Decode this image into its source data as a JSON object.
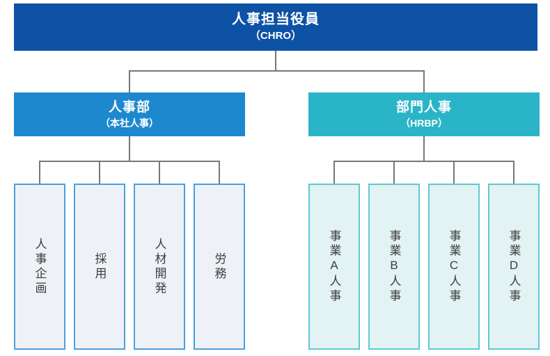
{
  "org": {
    "root": {
      "title": "人事担当役員",
      "subtitle": "（CHRO）"
    },
    "branches": [
      {
        "title": "人事部",
        "subtitle": "（本社人事）",
        "children": [
          "人事企画",
          "採用",
          "人材開発",
          "労務"
        ]
      },
      {
        "title": "部門人事",
        "subtitle": "（HRBP）",
        "children": [
          "事業A人事",
          "事業B人事",
          "事業C人事",
          "事業D人事"
        ]
      }
    ],
    "colors": {
      "root_bg": "#0d52a5",
      "branch_left_bg": "#1e88cf",
      "branch_right_bg": "#29b5c7",
      "leaf_left_bg": "#eef2f7",
      "leaf_left_border": "#4aa0dc",
      "leaf_right_bg": "#e3f2f3",
      "leaf_right_border": "#5ec9d3",
      "leaf_text": "#3d3d3d",
      "connector": "#767676",
      "node_text": "#ffffff"
    }
  }
}
